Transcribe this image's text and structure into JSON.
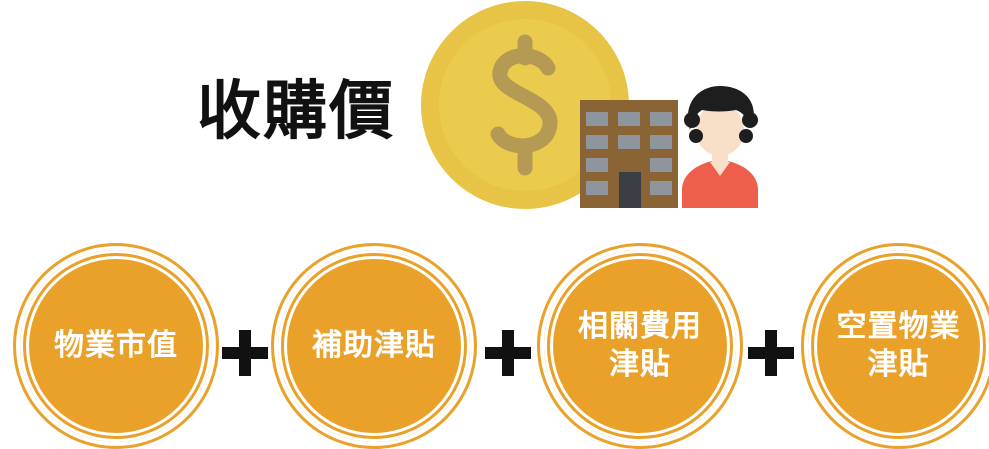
{
  "title": "收購價",
  "illustration": {
    "icons": [
      "dollar-coin-icon",
      "building-icon",
      "person-icon"
    ],
    "colors": {
      "coin_outer": "#e7c445",
      "coin_inner": "#e9c84a",
      "dollar_sign": "#b49a52",
      "building": "#8b6436",
      "window": "#8f959c",
      "person_hair": "#1e1e1e",
      "person_skin": "#f7dfc8",
      "person_shirt": "#ee5f4b"
    }
  },
  "components": [
    {
      "label_lines": [
        "物業市值"
      ],
      "label": "物業市值"
    },
    {
      "label_lines": [
        "補助津貼"
      ],
      "label": "補助津貼"
    },
    {
      "label_lines": [
        "相關費用",
        "津貼"
      ],
      "label": "相關費用 津貼"
    },
    {
      "label_lines": [
        "空置物業",
        "津貼"
      ],
      "label": "空置物業 津貼"
    }
  ],
  "operators": [
    "+",
    "+",
    "+"
  ],
  "colors": {
    "circle_fill": "#e9a12a",
    "text": "#ffffff",
    "title": "#111111",
    "plus": "#111111"
  }
}
